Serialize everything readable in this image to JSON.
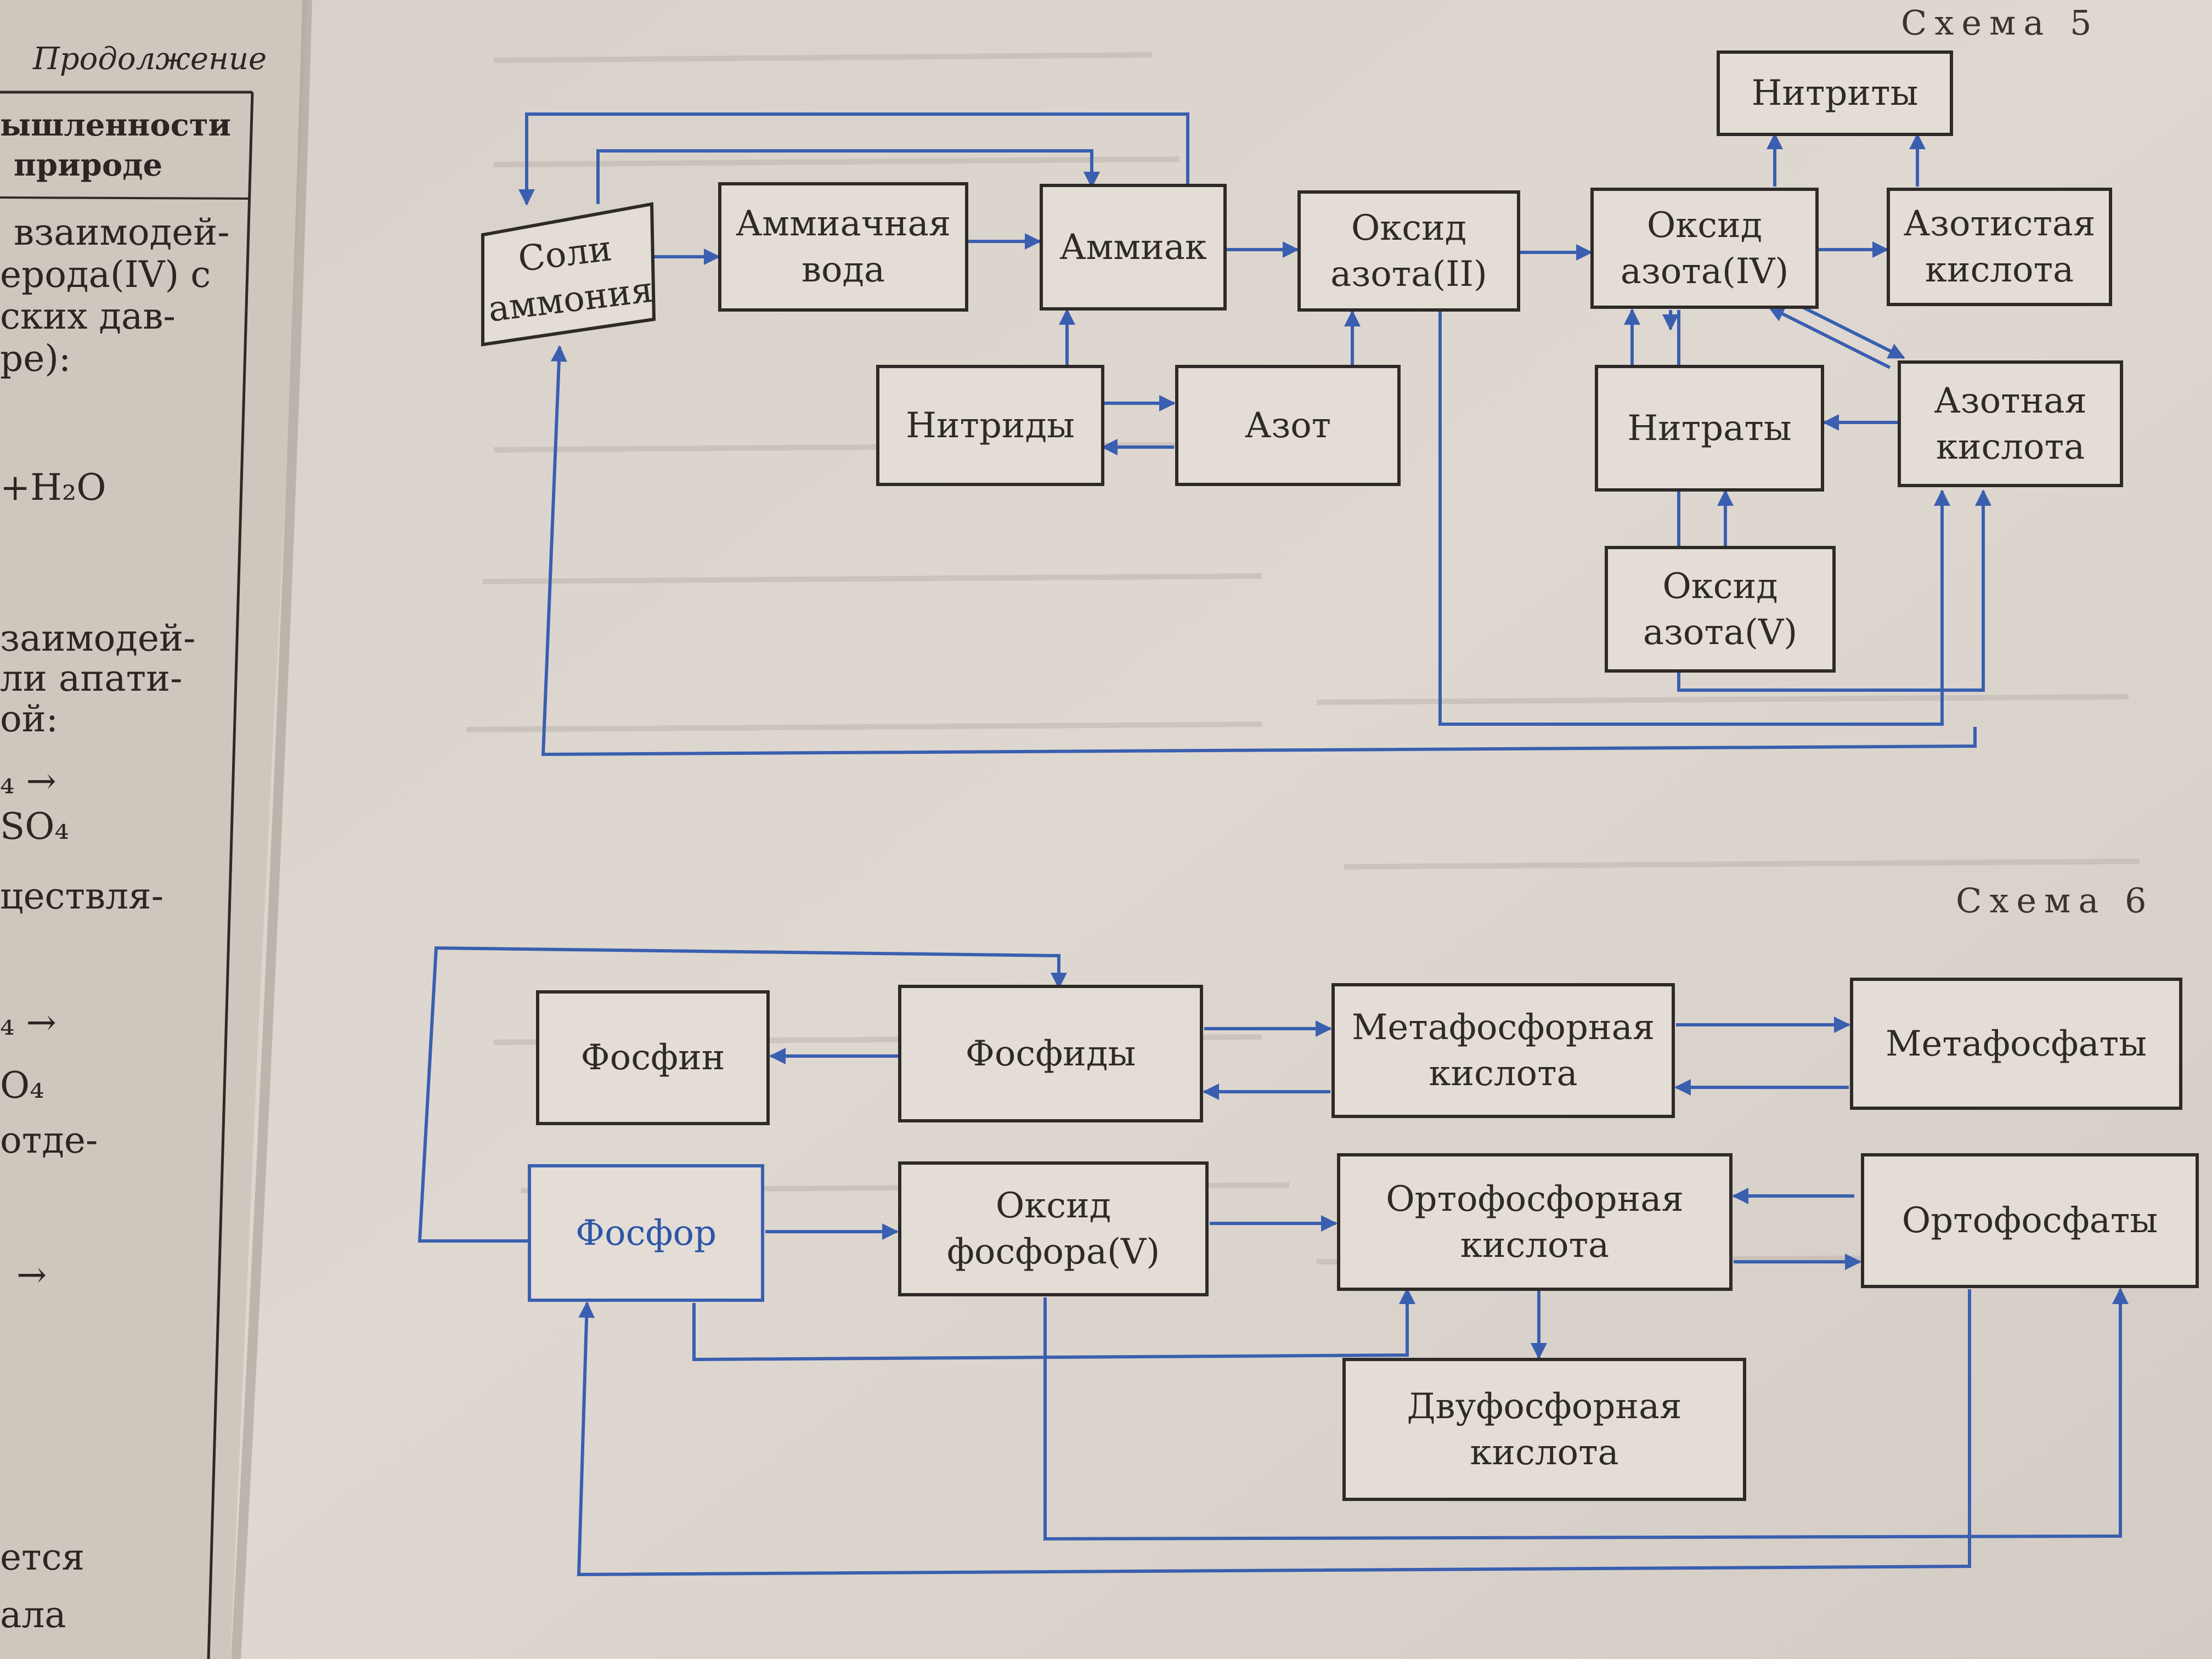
{
  "left_page": {
    "continuation": "Продолжение",
    "header_line1": "ышленности",
    "header_line2": "природе",
    "lines": [
      "взаимодей-",
      "ерода(IV)  с",
      "ских  дав-",
      "ре):",
      "+H₂O",
      "заимодей-",
      "ли апати-",
      "ой:",
      "₄ →",
      "SO₄",
      "цествля-",
      "₄ →",
      "O₄",
      "отде-",
      "→",
      "ется",
      "ала"
    ]
  },
  "scheme5": {
    "caption": "Схема  5",
    "nodes": {
      "soli_ammoniya": "Соли\nаммония",
      "ammiachnaya_voda": "Аммиачная\nвода",
      "ammiak": "Аммиак",
      "oksid_azota_ii": "Оксид\nазота(II)",
      "oksid_azota_iv": "Оксид\nазота(IV)",
      "nitrity": "Нитриты",
      "azotistaya_kislota": "Азотистая\nкислота",
      "nitridy": "Нитриды",
      "azot": "Азот",
      "nitraty": "Нитраты",
      "azotnaya_kislota": "Азотная\nкислота",
      "oksid_azota_v": "Оксид\nазота(V)"
    }
  },
  "scheme6": {
    "caption": "Схема  6",
    "nodes": {
      "fosfin": "Фосфин",
      "fosfidy": "Фосфиды",
      "metafosfornaya_kislota": "Метафосфорная\nкислота",
      "metafosfaty": "Метафосфаты",
      "fosfor": "Фосфор",
      "oksid_fosfora_v": "Оксид\nфосфора(V)",
      "ortofosfornaya_kislota": "Ортофосфорная\nкислота",
      "ortofosfaty": "Ортофосфаты",
      "dvufosfornaya_kislota": "Двуфосфорная\nкислота"
    }
  },
  "colors": {
    "arrow": "#3a5fb0",
    "box_fill": "#e4ddd6",
    "box_border": "#2e2a27",
    "paper": "#ddd6cf",
    "left_page": "#cfc7be"
  }
}
